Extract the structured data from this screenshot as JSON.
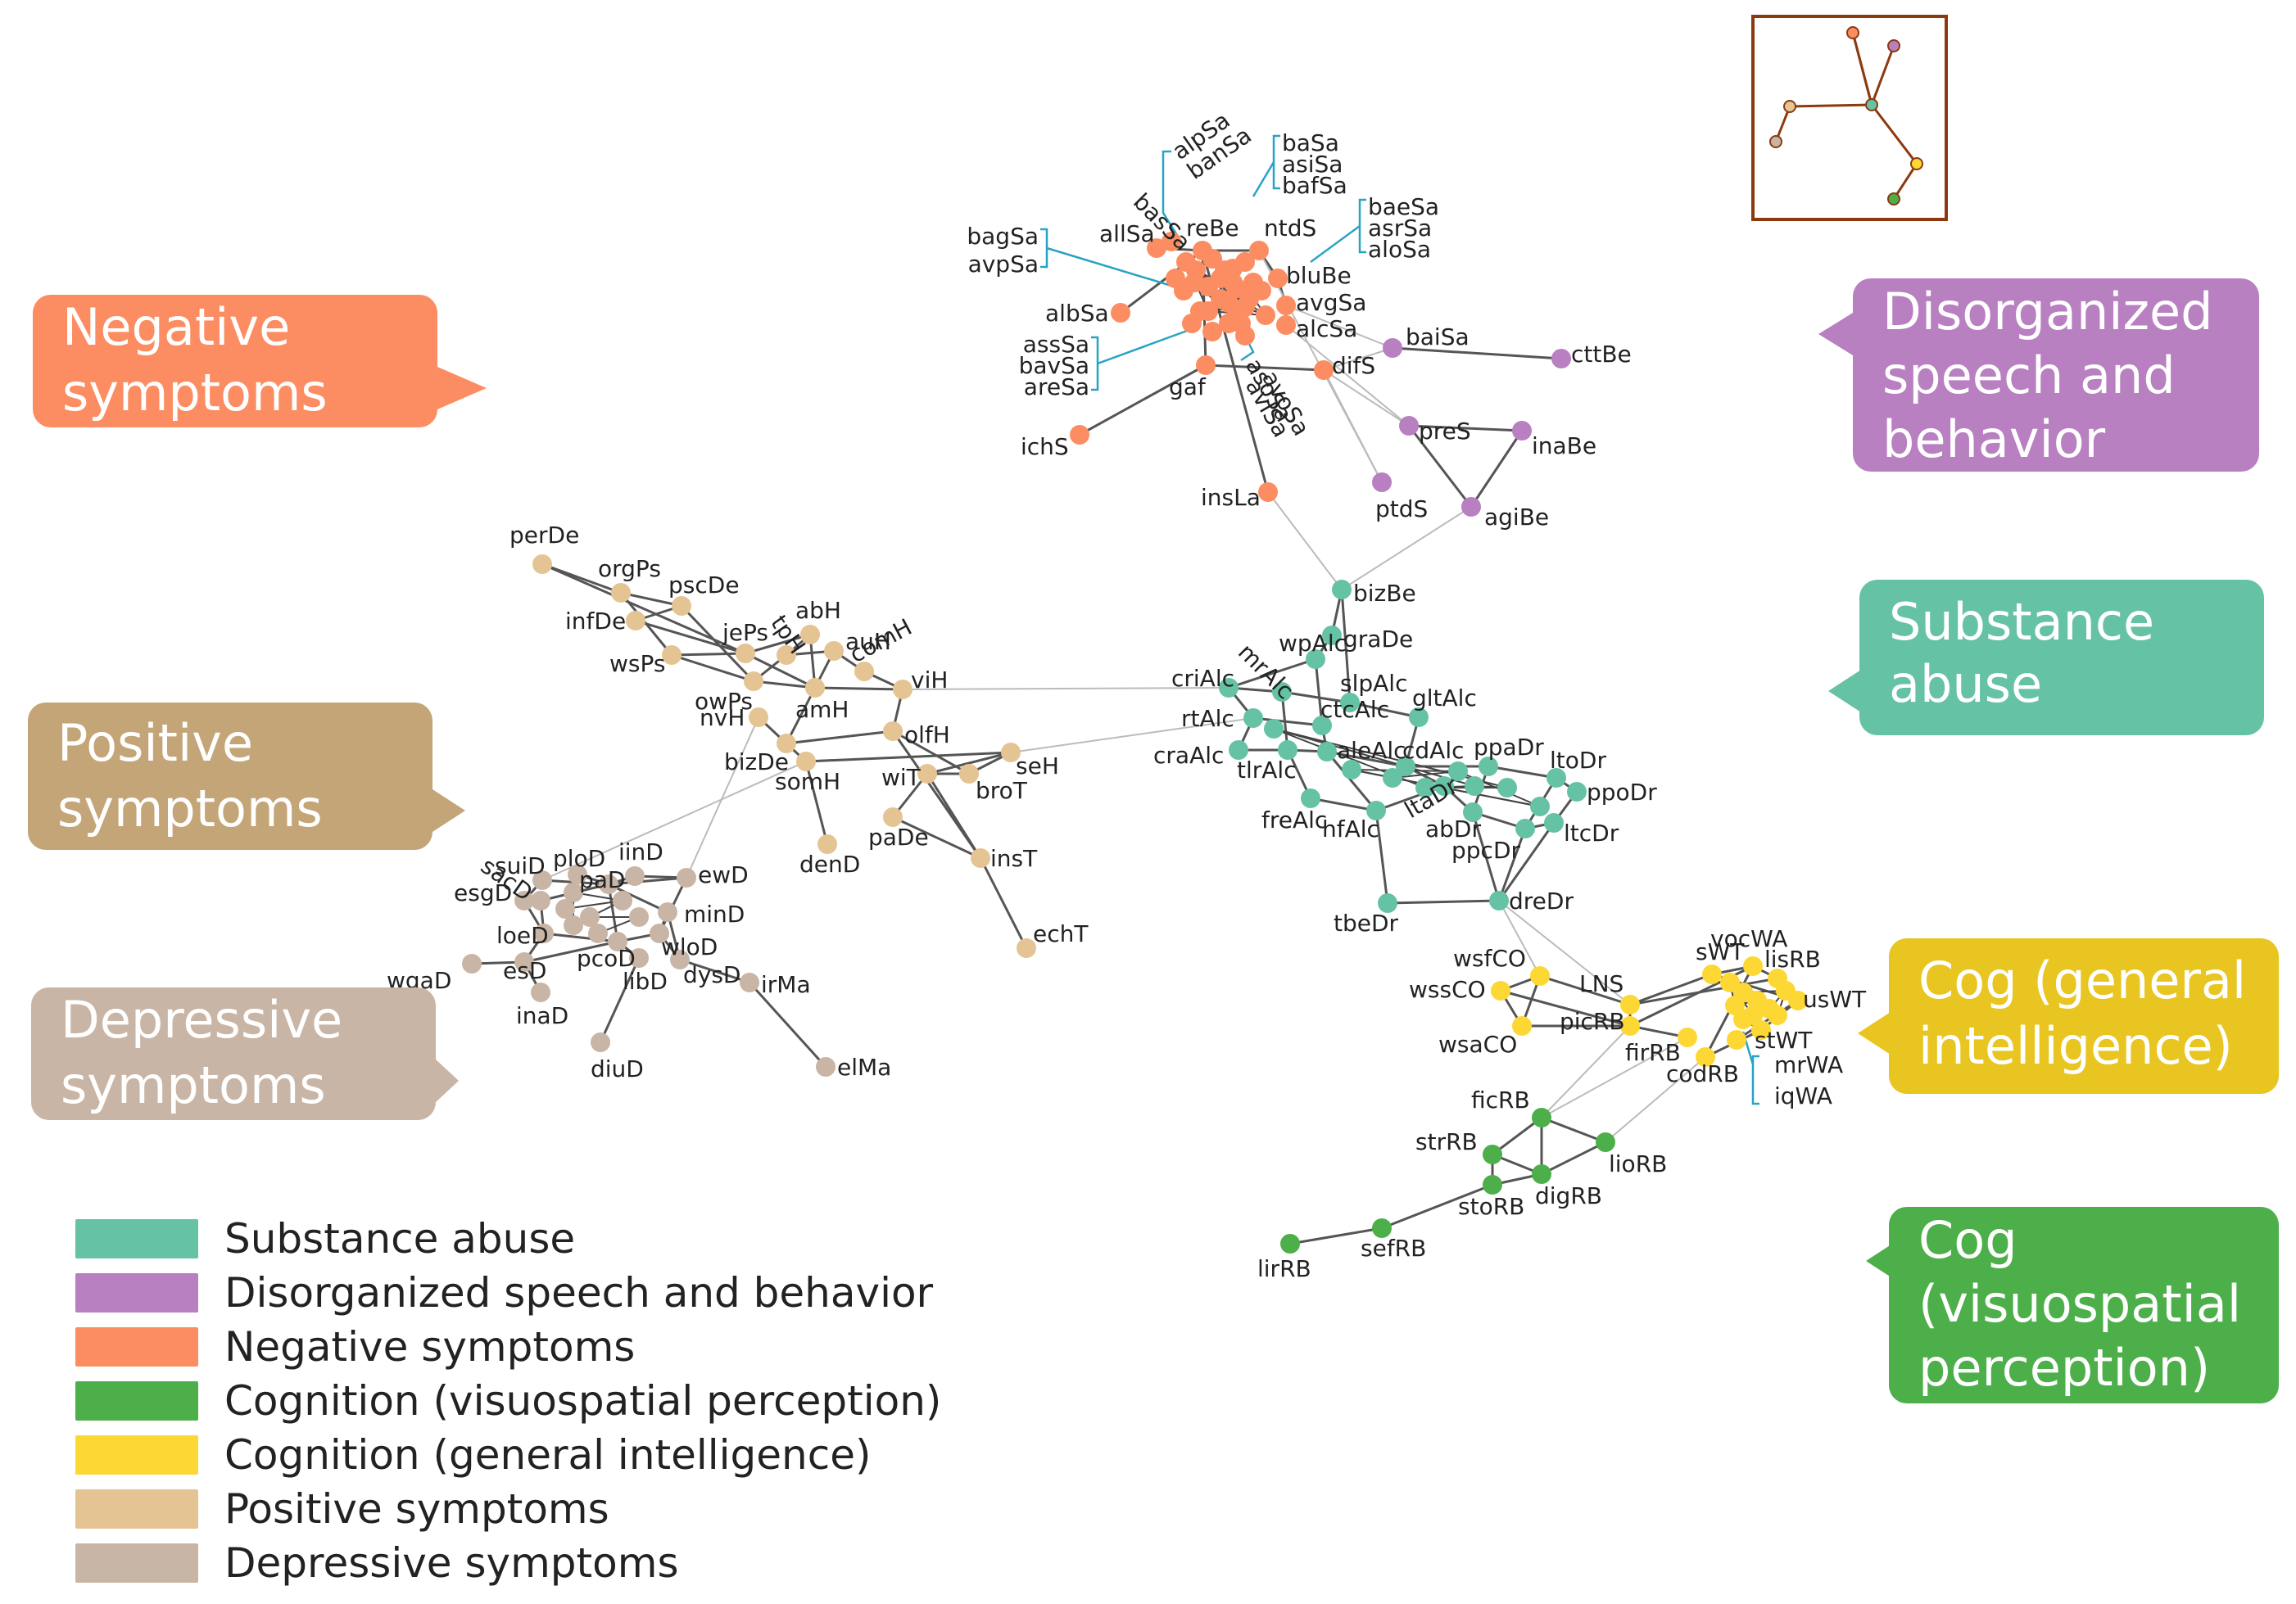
{
  "colors": {
    "substance": "#66c2a5",
    "disorg": "#b87fc1",
    "negative": "#fc8d62",
    "cogvis": "#4daf4a",
    "coggen": "#fdd835",
    "positive": "#e5c494",
    "depressive": "#c9b5a5"
  },
  "callouts": {
    "negative": "Negative symptoms",
    "positive": "Positive symptoms",
    "depressive": "Depressive symptoms",
    "disorg": "Disorganized speech and behavior",
    "substance": "Substance abuse",
    "coggen": "Cog (general intelligence)",
    "cogvis": "Cog (visuospatial perception)"
  },
  "legend": [
    {
      "label": "Substance abuse",
      "color": "#66c2a5"
    },
    {
      "label": "Disorganized speech and behavior",
      "color": "#b87fc1"
    },
    {
      "label": "Negative symptoms",
      "color": "#fc8d62"
    },
    {
      "label": "Cognition (visuospatial perception)",
      "color": "#4daf4a"
    },
    {
      "label": "Cognition (general intelligence)",
      "color": "#fdd835"
    },
    {
      "label": "Positive symptoms",
      "color": "#e5c494"
    },
    {
      "label": "Depressive symptoms",
      "color": "#c9b5a5"
    }
  ],
  "nodes": [
    {
      "id": "allSa",
      "g": "negative"
    },
    {
      "id": "reBe",
      "g": "negative"
    },
    {
      "id": "ntdS",
      "g": "negative"
    },
    {
      "id": "bluBe",
      "g": "negative"
    },
    {
      "id": "avgSa",
      "g": "negative"
    },
    {
      "id": "alcSa",
      "g": "negative"
    },
    {
      "id": "albSa",
      "g": "negative"
    },
    {
      "id": "gaf",
      "g": "negative"
    },
    {
      "id": "difS",
      "g": "negative"
    },
    {
      "id": "ichS",
      "g": "negative"
    },
    {
      "id": "insLa",
      "g": "negative"
    },
    {
      "id": "baSa",
      "g": "negative"
    },
    {
      "id": "asiSa",
      "g": "negative"
    },
    {
      "id": "bafSa",
      "g": "negative"
    },
    {
      "id": "baeSa",
      "g": "negative"
    },
    {
      "id": "asrSa",
      "g": "negative"
    },
    {
      "id": "aloSa",
      "g": "negative"
    },
    {
      "id": "bagSa",
      "g": "negative"
    },
    {
      "id": "avpSa",
      "g": "negative"
    },
    {
      "id": "assSa",
      "g": "negative"
    },
    {
      "id": "bavSa",
      "g": "negative"
    },
    {
      "id": "areSa",
      "g": "negative"
    },
    {
      "id": "asoSa",
      "g": "negative"
    },
    {
      "id": "avoSa",
      "g": "negative"
    },
    {
      "id": "avlSa",
      "g": "negative"
    },
    {
      "id": "alpSa",
      "g": "negative"
    },
    {
      "id": "banSa",
      "g": "negative"
    },
    {
      "id": "basSa",
      "g": "negative"
    },
    {
      "id": "baiSa",
      "g": "disorg"
    },
    {
      "id": "cttBe",
      "g": "disorg"
    },
    {
      "id": "preS",
      "g": "disorg"
    },
    {
      "id": "inaBe",
      "g": "disorg"
    },
    {
      "id": "ptdS",
      "g": "disorg"
    },
    {
      "id": "agiBe",
      "g": "disorg"
    },
    {
      "id": "bizBe",
      "g": "substance"
    },
    {
      "id": "graDe",
      "g": "substance"
    },
    {
      "id": "wpAlc",
      "g": "substance"
    },
    {
      "id": "criAlc",
      "g": "substance"
    },
    {
      "id": "mrAlc",
      "g": "substance"
    },
    {
      "id": "slpAlc",
      "g": "substance"
    },
    {
      "id": "gltAlc",
      "g": "substance"
    },
    {
      "id": "rtAlc",
      "g": "substance"
    },
    {
      "id": "ctcAlc",
      "g": "substance"
    },
    {
      "id": "aleAlc",
      "g": "substance"
    },
    {
      "id": "craAlc",
      "g": "substance"
    },
    {
      "id": "tlrAlc",
      "g": "substance"
    },
    {
      "id": "cdAlc",
      "g": "substance"
    },
    {
      "id": "ppaDr",
      "g": "substance"
    },
    {
      "id": "ltoDr",
      "g": "substance"
    },
    {
      "id": "ppoDr",
      "g": "substance"
    },
    {
      "id": "freAlc",
      "g": "substance"
    },
    {
      "id": "hfAlc",
      "g": "substance"
    },
    {
      "id": "ltaDr",
      "g": "substance"
    },
    {
      "id": "abDr",
      "g": "substance"
    },
    {
      "id": "ppcDr",
      "g": "substance"
    },
    {
      "id": "ltcDr",
      "g": "substance"
    },
    {
      "id": "tbeDr",
      "g": "substance"
    },
    {
      "id": "dreDr",
      "g": "substance"
    },
    {
      "id": "perDe",
      "g": "positive"
    },
    {
      "id": "orgPs",
      "g": "positive"
    },
    {
      "id": "pscDe",
      "g": "positive"
    },
    {
      "id": "infDe",
      "g": "positive"
    },
    {
      "id": "abH",
      "g": "positive"
    },
    {
      "id": "jePs",
      "g": "positive"
    },
    {
      "id": "tpH",
      "g": "positive"
    },
    {
      "id": "auH",
      "g": "positive"
    },
    {
      "id": "wsPs",
      "g": "positive"
    },
    {
      "id": "comH",
      "g": "positive"
    },
    {
      "id": "owPs",
      "g": "positive"
    },
    {
      "id": "viH",
      "g": "positive"
    },
    {
      "id": "amH",
      "g": "positive"
    },
    {
      "id": "nvH",
      "g": "positive"
    },
    {
      "id": "olfH",
      "g": "positive"
    },
    {
      "id": "bizDe",
      "g": "positive"
    },
    {
      "id": "seH",
      "g": "positive"
    },
    {
      "id": "somH",
      "g": "positive"
    },
    {
      "id": "wiT",
      "g": "positive"
    },
    {
      "id": "broT",
      "g": "positive"
    },
    {
      "id": "paDe",
      "g": "positive"
    },
    {
      "id": "denD",
      "g": "positive"
    },
    {
      "id": "insT",
      "g": "positive"
    },
    {
      "id": "echT",
      "g": "positive"
    },
    {
      "id": "ploD",
      "g": "depressive"
    },
    {
      "id": "suiD",
      "g": "depressive"
    },
    {
      "id": "iinD",
      "g": "depressive"
    },
    {
      "id": "sacD",
      "g": "depressive"
    },
    {
      "id": "paD",
      "g": "depressive"
    },
    {
      "id": "ewD",
      "g": "depressive"
    },
    {
      "id": "esgD",
      "g": "depressive"
    },
    {
      "id": "minD",
      "g": "depressive"
    },
    {
      "id": "loeD",
      "g": "depressive"
    },
    {
      "id": "wloD",
      "g": "depressive"
    },
    {
      "id": "pcoD",
      "g": "depressive"
    },
    {
      "id": "esD",
      "g": "depressive"
    },
    {
      "id": "wgaD",
      "g": "depressive"
    },
    {
      "id": "libD",
      "g": "depressive"
    },
    {
      "id": "dysD",
      "g": "depressive"
    },
    {
      "id": "irMa",
      "g": "depressive"
    },
    {
      "id": "inaD",
      "g": "depressive"
    },
    {
      "id": "diuD",
      "g": "depressive"
    },
    {
      "id": "elMa",
      "g": "depressive"
    },
    {
      "id": "wsfCO",
      "g": "coggen"
    },
    {
      "id": "LNS",
      "g": "coggen"
    },
    {
      "id": "sWT",
      "g": "coggen"
    },
    {
      "id": "vocWA",
      "g": "coggen"
    },
    {
      "id": "lisRB",
      "g": "coggen"
    },
    {
      "id": "wssCO",
      "g": "coggen"
    },
    {
      "id": "usWT",
      "g": "coggen"
    },
    {
      "id": "picRB",
      "g": "coggen"
    },
    {
      "id": "wsaCO",
      "g": "coggen"
    },
    {
      "id": "firRB",
      "g": "coggen"
    },
    {
      "id": "stWT",
      "g": "coggen"
    },
    {
      "id": "codRB",
      "g": "coggen"
    },
    {
      "id": "mrWA",
      "g": "coggen"
    },
    {
      "id": "iqWA",
      "g": "coggen"
    },
    {
      "id": "ficRB",
      "g": "cogvis"
    },
    {
      "id": "strRB",
      "g": "cogvis"
    },
    {
      "id": "lioRB",
      "g": "cogvis"
    },
    {
      "id": "digRB",
      "g": "cogvis"
    },
    {
      "id": "stoRB",
      "g": "cogvis"
    },
    {
      "id": "sefRB",
      "g": "cogvis"
    },
    {
      "id": "lirRB",
      "g": "cogvis"
    }
  ],
  "edges": [
    [
      "allSa",
      "reBe"
    ],
    [
      "reBe",
      "ntdS"
    ],
    [
      "ntdS",
      "bluBe"
    ],
    [
      "bluBe",
      "avgSa"
    ],
    [
      "avgSa",
      "alcSa"
    ],
    [
      "albSa",
      "reBe"
    ],
    [
      "gaf",
      "reBe"
    ],
    [
      "gaf",
      "difS"
    ],
    [
      "ichS",
      "gaf"
    ],
    [
      "insLa",
      "reBe"
    ],
    [
      "difS",
      "baiSa"
    ],
    [
      "baiSa",
      "cttBe"
    ],
    [
      "difS",
      "preS"
    ],
    [
      "preS",
      "inaBe"
    ],
    [
      "preS",
      "agiBe"
    ],
    [
      "ptdS",
      "difS"
    ],
    [
      "inaBe",
      "agiBe"
    ],
    [
      "avgSa",
      "baiSa"
    ],
    [
      "alcSa",
      "preS"
    ],
    [
      "ntdS",
      "ptdS"
    ],
    [
      "agiBe",
      "bizBe"
    ],
    [
      "insLa",
      "bizBe"
    ],
    [
      "bizBe",
      "graDe"
    ],
    [
      "graDe",
      "wpAlc"
    ],
    [
      "bizBe",
      "slpAlc"
    ],
    [
      "criAlc",
      "wpAlc"
    ],
    [
      "criAlc",
      "mrAlc"
    ],
    [
      "mrAlc",
      "slpAlc"
    ],
    [
      "slpAlc",
      "gltAlc"
    ],
    [
      "rtAlc",
      "criAlc"
    ],
    [
      "rtAlc",
      "ctcAlc"
    ],
    [
      "ctcAlc",
      "aleAlc"
    ],
    [
      "craAlc",
      "tlrAlc"
    ],
    [
      "tlrAlc",
      "aleAlc"
    ],
    [
      "aleAlc",
      "cdAlc"
    ],
    [
      "cdAlc",
      "ppaDr"
    ],
    [
      "ppaDr",
      "ltoDr"
    ],
    [
      "ltoDr",
      "ppoDr"
    ],
    [
      "freAlc",
      "hfAlc"
    ],
    [
      "hfAlc",
      "ltaDr"
    ],
    [
      "ltaDr",
      "abDr"
    ],
    [
      "abDr",
      "ppcDr"
    ],
    [
      "ppcDr",
      "ltcDr"
    ],
    [
      "ltcDr",
      "ppoDr"
    ],
    [
      "gltAlc",
      "cdAlc"
    ],
    [
      "craAlc",
      "rtAlc"
    ],
    [
      "wpAlc",
      "ctcAlc"
    ],
    [
      "mrAlc",
      "tlrAlc"
    ],
    [
      "freAlc",
      "tlrAlc"
    ],
    [
      "hfAlc",
      "aleAlc"
    ],
    [
      "cdAlc",
      "ltaDr"
    ],
    [
      "ppaDr",
      "abDr"
    ],
    [
      "ltoDr",
      "ppcDr"
    ],
    [
      "tbeDr",
      "hfAlc"
    ],
    [
      "tbeDr",
      "dreDr"
    ],
    [
      "dreDr",
      "abDr"
    ],
    [
      "dreDr",
      "ppcDr"
    ],
    [
      "perDe",
      "orgPs"
    ],
    [
      "orgPs",
      "pscDe"
    ],
    [
      "infDe",
      "pscDe"
    ],
    [
      "infDe",
      "jePs"
    ],
    [
      "wsPs",
      "jePs"
    ],
    [
      "jePs",
      "abH"
    ],
    [
      "abH",
      "tpH"
    ],
    [
      "tpH",
      "auH"
    ],
    [
      "auH",
      "comH"
    ],
    [
      "comH",
      "viH"
    ],
    [
      "owPs",
      "amH"
    ],
    [
      "amH",
      "viH"
    ],
    [
      "nvH",
      "bizDe"
    ],
    [
      "bizDe",
      "olfH"
    ],
    [
      "olfH",
      "viH"
    ],
    [
      "somH",
      "bizDe"
    ],
    [
      "seH",
      "wiT"
    ],
    [
      "wiT",
      "broT"
    ],
    [
      "broT",
      "seH"
    ],
    [
      "paDe",
      "wiT"
    ],
    [
      "insT",
      "wiT"
    ],
    [
      "insT",
      "echT"
    ],
    [
      "denD",
      "somH"
    ],
    [
      "somH",
      "seH"
    ],
    [
      "orgPs",
      "wsPs"
    ],
    [
      "perDe",
      "jePs"
    ],
    [
      "pscDe",
      "owPs"
    ],
    [
      "amH",
      "bizDe"
    ],
    [
      "jePs",
      "amH"
    ],
    [
      "wsPs",
      "owPs"
    ],
    [
      "abH",
      "amH"
    ],
    [
      "auH",
      "amH"
    ],
    [
      "tpH",
      "owPs"
    ],
    [
      "viH",
      "criAlc"
    ],
    [
      "seH",
      "rtAlc"
    ],
    [
      "olfH",
      "broT"
    ],
    [
      "paDe",
      "insT"
    ],
    [
      "olfH",
      "insT"
    ],
    [
      "ploD",
      "paD"
    ],
    [
      "suiD",
      "paD"
    ],
    [
      "iinD",
      "ewD"
    ],
    [
      "sacD",
      "paD"
    ],
    [
      "paD",
      "ewD"
    ],
    [
      "esgD",
      "loeD"
    ],
    [
      "paD",
      "minD"
    ],
    [
      "loeD",
      "pcoD"
    ],
    [
      "pcoD",
      "wloD"
    ],
    [
      "wloD",
      "minD"
    ],
    [
      "esD",
      "loeD"
    ],
    [
      "wgaD",
      "esD"
    ],
    [
      "libD",
      "pcoD"
    ],
    [
      "dysD",
      "wloD"
    ],
    [
      "irMa",
      "elMa"
    ],
    [
      "inaD",
      "esD"
    ],
    [
      "diuD",
      "libD"
    ],
    [
      "suiD",
      "esgD"
    ],
    [
      "iinD",
      "paD"
    ],
    [
      "ewD",
      "wloD"
    ],
    [
      "sacD",
      "loeD"
    ],
    [
      "paD",
      "pcoD"
    ],
    [
      "esD",
      "pcoD"
    ],
    [
      "minD",
      "dysD"
    ],
    [
      "irMa",
      "dysD"
    ],
    [
      "somH",
      "suiD"
    ],
    [
      "ewD",
      "nvH"
    ],
    [
      "wsfCO",
      "LNS"
    ],
    [
      "LNS",
      "sWT"
    ],
    [
      "sWT",
      "vocWA"
    ],
    [
      "vocWA",
      "lisRB"
    ],
    [
      "lisRB",
      "usWT"
    ],
    [
      "wssCO",
      "wsfCO"
    ],
    [
      "wssCO",
      "wsaCO"
    ],
    [
      "wsaCO",
      "picRB"
    ],
    [
      "picRB",
      "LNS"
    ],
    [
      "firRB",
      "picRB"
    ],
    [
      "stWT",
      "usWT"
    ],
    [
      "codRB",
      "stWT"
    ],
    [
      "mrWA",
      "stWT"
    ],
    [
      "iqWA",
      "usWT"
    ],
    [
      "picRB",
      "vocWA"
    ],
    [
      "LNS",
      "lisRB"
    ],
    [
      "sWT",
      "usWT"
    ],
    [
      "codRB",
      "vocWA"
    ],
    [
      "wssCO",
      "picRB"
    ],
    [
      "wsfCO",
      "wsaCO"
    ],
    [
      "dreDr",
      "LNS"
    ],
    [
      "dreDr",
      "wsfCO"
    ],
    [
      "ltcDr",
      "dreDr"
    ],
    [
      "ficRB",
      "strRB"
    ],
    [
      "ficRB",
      "lioRB"
    ],
    [
      "strRB",
      "stoRB"
    ],
    [
      "stoRB",
      "digRB"
    ],
    [
      "digRB",
      "lioRB"
    ],
    [
      "ficRB",
      "digRB"
    ],
    [
      "strRB",
      "digRB"
    ],
    [
      "sefRB",
      "lirRB"
    ],
    [
      "stoRB",
      "sefRB"
    ],
    [
      "codRB",
      "lioRB"
    ],
    [
      "ficRB",
      "picRB"
    ],
    [
      "firRB",
      "ficRB"
    ]
  ],
  "inset": {
    "note": ""
  }
}
